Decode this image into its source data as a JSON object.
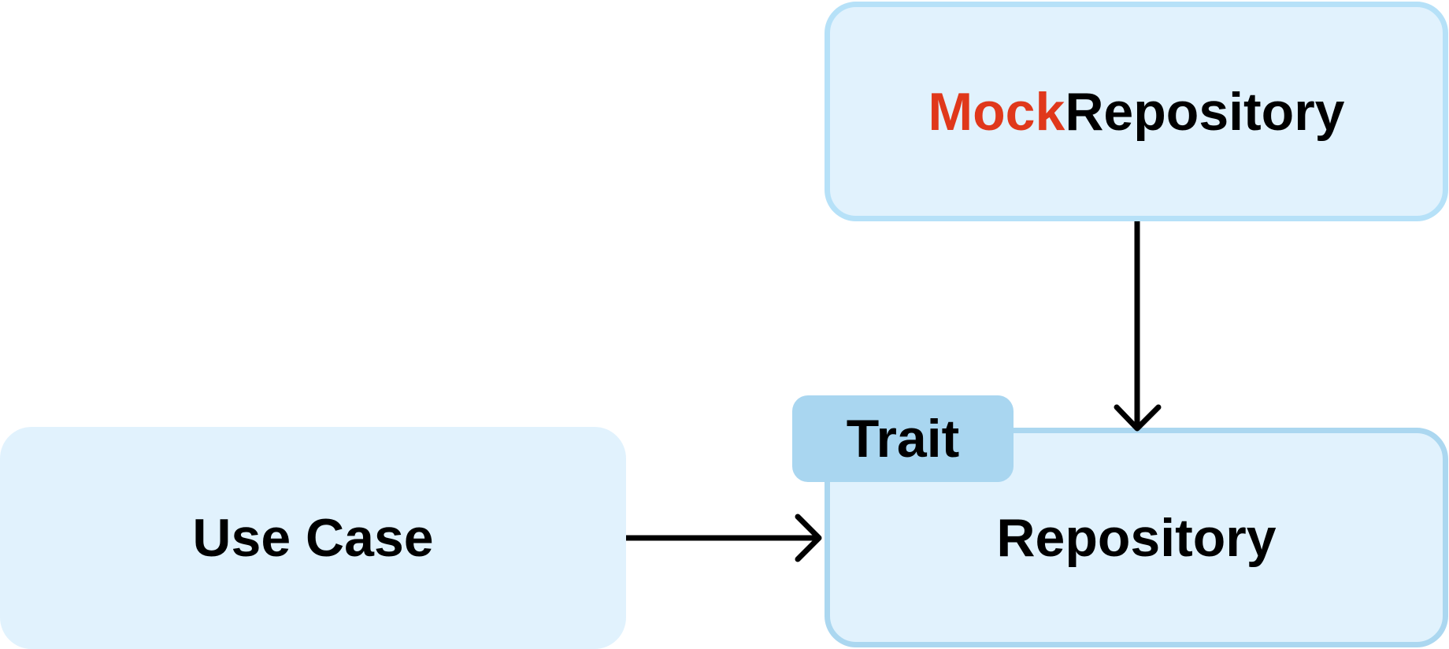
{
  "nodes": {
    "use_case": {
      "label": "Use Case"
    },
    "mock_repository": {
      "label_prefix": "Mock",
      "label_suffix": "Repository"
    },
    "repository": {
      "label": "Repository"
    },
    "trait": {
      "label": "Trait"
    }
  },
  "edges": [
    {
      "from": "use_case",
      "to": "repository"
    },
    {
      "from": "mock_repository",
      "to": "repository"
    }
  ],
  "colors": {
    "box_fill": "#e1f2fd",
    "box_border": "#b6e1f8",
    "trait_fill": "#a9d6f0",
    "mock_accent": "#e0381b",
    "text": "#000000",
    "arrow": "#000000"
  }
}
